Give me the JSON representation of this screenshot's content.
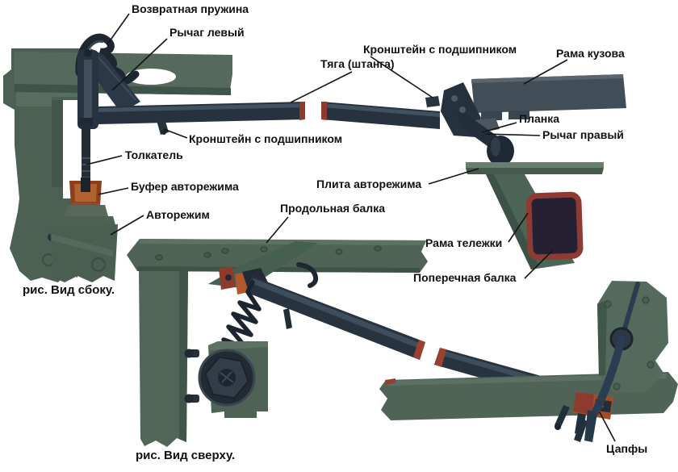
{
  "diagram": {
    "type": "technical-illustration",
    "subject": "auto-mode brake linkage of rail car, side and top views",
    "labels": {
      "return_spring": "Возвратная пружина",
      "lever_left": "Рычаг левый",
      "rod_shaft": "Тяга (штанга)",
      "bracket_bearing_top": "Кронштейн с подшипником",
      "body_frame": "Рама кузова",
      "planka": "Планка",
      "lever_right": "Рычаг правый",
      "bracket_bearing_left": "Кронштейн с подшипником",
      "pusher": "Толкатель",
      "buffer": "Буфер авторежима",
      "avtorezhim": "Авторежим",
      "plate": "Плита авторежима",
      "longitudinal_beam": "Продольная балка",
      "bogie_frame": "Рама тележки",
      "transverse_beam": "Поперечная балка",
      "trunnions": "Цапфы"
    },
    "captions": {
      "side_view": "рис. Вид сбоку.",
      "top_view": "рис. Вид сверху."
    },
    "colors": {
      "background": "#ffffff",
      "beam_green": "#4f6457",
      "beam_green_dark": "#3e5246",
      "beam_green_light": "#5f7466",
      "metal_dark": "#26323d",
      "metal_highlight": "#47596a",
      "frame_grey": "#414d57",
      "buffer_orange": "#b2612f",
      "buffer_orange_dark": "#8a3f1d",
      "beam_border_red": "#8e3b33",
      "rod_tip_red": "#9c4130",
      "label_text": "#111111"
    }
  }
}
